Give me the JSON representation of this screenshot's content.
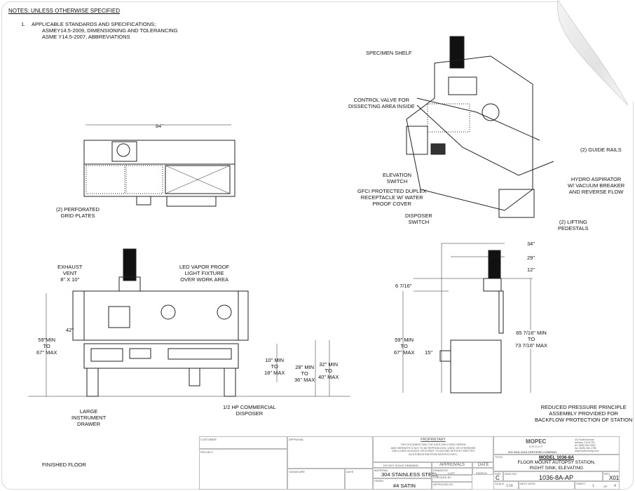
{
  "notes": {
    "heading": "NOTES: UNLESS OTHERWISE SPECIFIED",
    "item_number": "1.",
    "line1": "APPLICABLE STANDARDS AND SPECIFICATIONS;",
    "line2": "ASMEY14.5-2009, DIMENSIONING AND TOLERANCING",
    "line3": "ASME Y14.5-2007, ABBREVIATIONS"
  },
  "top_view": {
    "width_dim": "84\"",
    "perforated": "(2) PERFORATED\nGRID PLATES"
  },
  "iso_view": {
    "specimen_shelf": "SPECIMEN SHELF",
    "control_valve": "CONTROL VALVE FOR\nDISSECTING AREA INSIDE",
    "guide_rails": "(2) GUIDE RAILS",
    "elevation_switch": "ELEVATION\nSWITCH",
    "gfci": "GFCI PROTECTED DUPLEX\nRECEPTACLE W/ WATER\nPROOF COVER",
    "hydro_aspirator": "HYDRO ASPIRATOR\nW/ VACUUM BREAKER\nAND REVERSE FLOW",
    "disposer_switch": "DISPOSER\nSWITCH",
    "lifting_pedestals": "(2) LIFTING\nPEDESTALS"
  },
  "front_view": {
    "exhaust_vent": "EXHAUST\nVENT\n8\" X 10\"",
    "led_fixture": "LED VAPOR PROOF\nLIGHT FIXTURE\nOVER WORK AREA",
    "dim_42": "42\"",
    "height_range": "59\"MIN\nTO\n67\" MAX",
    "dim_10_18": "10\" MIN\nTO\n18\" MAX",
    "dim_28_36": "28\" MIN\nTO\n36\" MAX",
    "dim_32_40": "32\" MIN\nTO\n40\" MAX",
    "disposer": "1/2 HP COMMERCIAL\nDISPOSER",
    "drawer": "LARGE\nINSTRUMENT\nDRAWER"
  },
  "side_view": {
    "dim_34": "34\"",
    "dim_29": "29\"",
    "dim_12": "12\"",
    "dim_6_7_16": "6 7/16\"",
    "height_range": "59\" MIN\nTO\n67\" MAX",
    "dim_15": "15\"",
    "overall": "65 7/16\" MIN\nTO\n73 7/16\" MAX",
    "backflow": "REDUCED PRESSURE PRINCIPLE\nASSEMBLY PROVIDED FOR\nBACKFLOW PROTECTION OF STATION"
  },
  "finished_floor": "FINISHED FLOOR",
  "title_block": {
    "customer_label": "CUSTOMER",
    "project_label": "PROJECT",
    "approval_label": "APPROVAL",
    "signature_label": "SIGNATURE",
    "date_label": "DATE",
    "proprietary": "PROPRIETARY",
    "proprietary_text": "THIS DOCUMENT AND THE DATE DISCLOSED HEREIN\nAND HEREWITH IS NOT TO BE REPRODUCED, USED, OR OTHERWISE\nDISCLOSED IN WHOLE OR IN PART TO ANYONE WITHOUT WRITTEN\nAUTHORIZATION FROM MORTECH MFG.",
    "do_not_scale": "DO NOT SCALE DRAWING",
    "approvals": "APPROVALS",
    "date": "DATE",
    "material_label": "MATERIAL",
    "material": "304 STAINLESS STEEL",
    "finish_label": "FINISH",
    "finish": "#4 SATIN",
    "drawn_by_label": "DRAWN BY",
    "drawn_by": "LUST",
    "drawn_date": "03/05/13",
    "checked_by_label": "CHECKED BY",
    "approved_by_label": "APPROVED BY",
    "company": "MOPEC",
    "company_sub": "G R O U P",
    "iso": "ISO 9001:2015 CERTIFIED COMPANY",
    "address": "411 North Avenue\nAnrana, CA 91702\ntel: (800) 000-0000\nfax: (626) 334-1785\nwww.mortechmfg.com",
    "title_label": "TITLE",
    "model": "MODEL 1036-8A",
    "title_line1": "FLOOR MOUNT AUTOPSY STATION,",
    "title_line2": "RIGHT SINK, ELEVATING",
    "size_label": "SIZE",
    "size": "C",
    "dwg_label": "DWG NO.",
    "dwg_no": "1036-8A-AP",
    "rev_label": "REV",
    "rev": "X01",
    "scale_label": "SCALE",
    "scale": "1:16",
    "next_assy_label": "NEXT ASSY",
    "sheet_label": "SHEET",
    "sheet": "1",
    "of_label": "OF",
    "sheet_total": "4"
  }
}
